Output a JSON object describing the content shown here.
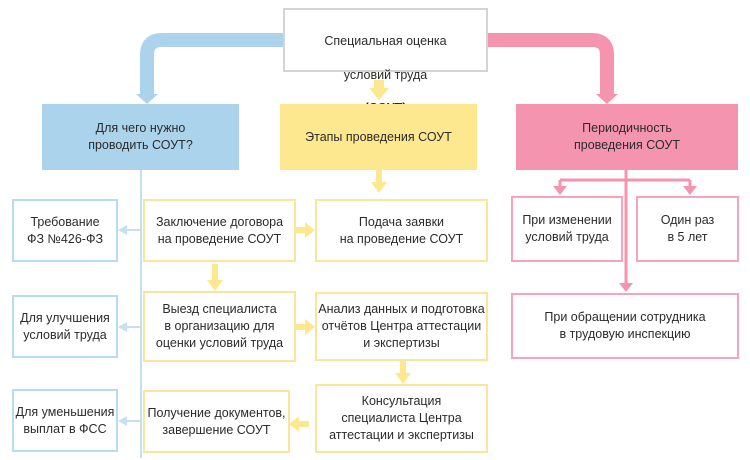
{
  "colors": {
    "blue": "#abd4ec",
    "yellow": "#fde88f",
    "pink": "#f494af",
    "root_border": "#d4d4d4"
  },
  "root": {
    "line1": "Специальная оценка",
    "line2": "условий труда",
    "abbr": "(СОУТ)"
  },
  "columns": {
    "why": {
      "title": "Для чего нужно\nпроводить СОУТ?",
      "items": [
        "Требование\nФЗ №426-ФЗ",
        "Для улучшения\nусловий труда",
        "Для уменьшения\nвыплат в ФСС"
      ]
    },
    "stages": {
      "title": "Этапы проведения СОУТ",
      "steps": [
        "Подача заявки\nна проведение СОУТ",
        "Анализ данных и подготовка\nотчётов Центра аттестации\nи экспертизы",
        "Консультация\nспециалиста Центра\nаттестации и экспертизы",
        "Получение документов,\nзавершение СОУТ",
        "Выезд специалиста\nв организацию для\nоценки условий труда",
        "Заключение договора\nна проведение СОУТ"
      ]
    },
    "periodicity": {
      "title": "Периодичность\nпроведения СОУТ",
      "items": [
        "При изменении\nусловий труда",
        "Один раз\nв 5 лет",
        "При обращении сотрудника\nв трудовую инспекцию"
      ]
    }
  }
}
